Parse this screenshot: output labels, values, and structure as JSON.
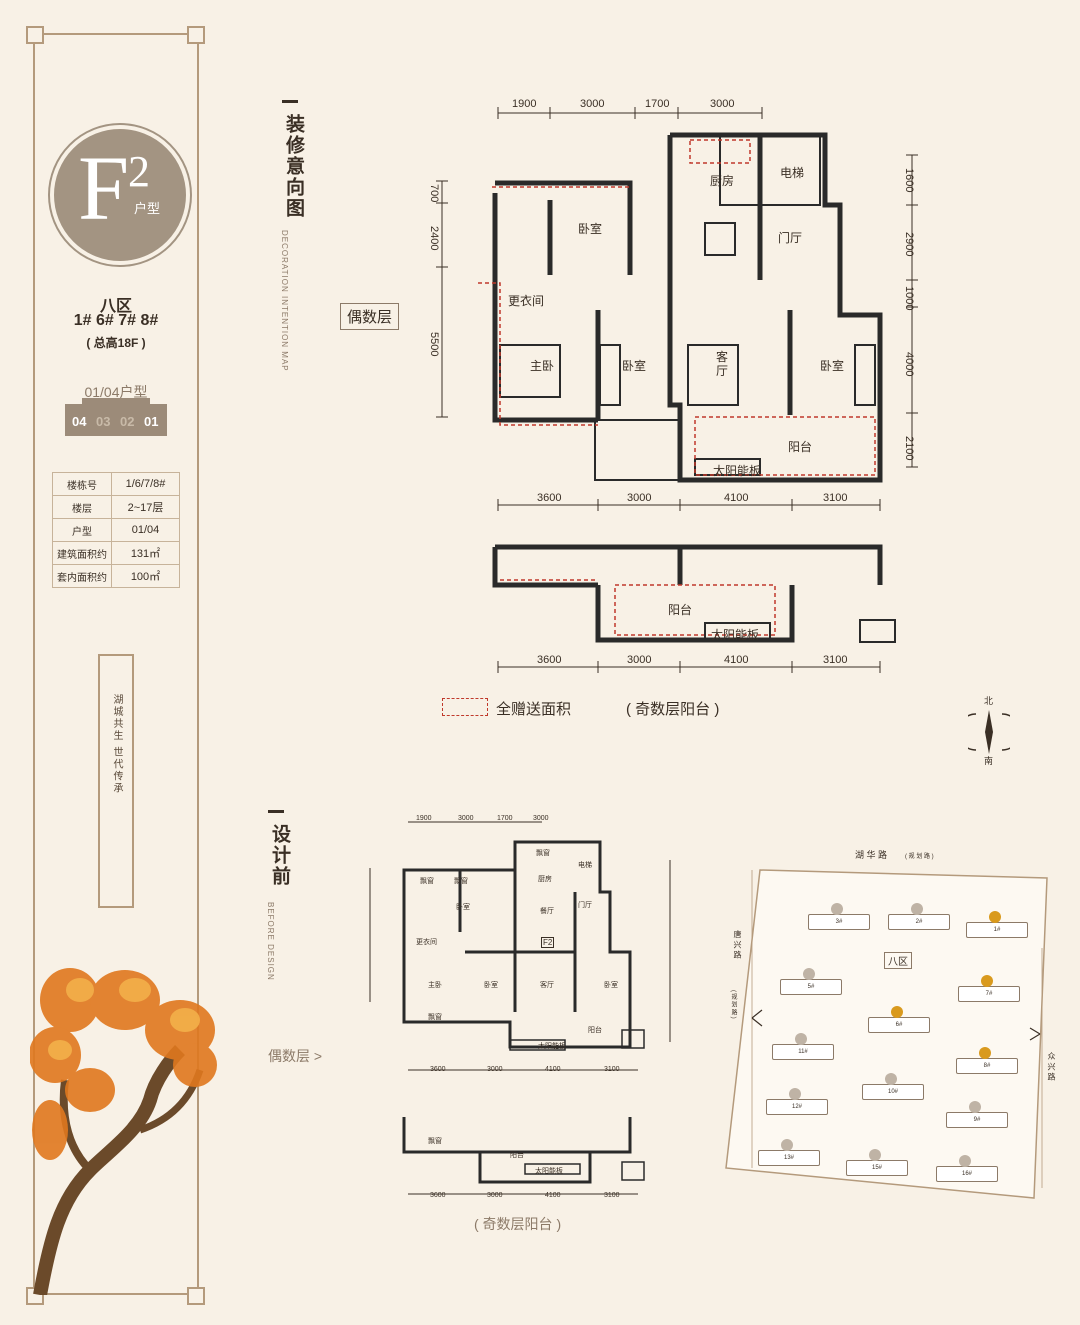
{
  "badge": {
    "letter": "F",
    "number": "2",
    "suffix": "户型"
  },
  "info": {
    "district": "八区",
    "buildings": "1# 6# 7# 8#",
    "total_height": "( 总高18F )",
    "unit_label": "01/04户型",
    "unit_numbers": [
      "04",
      "03",
      "02",
      "01"
    ]
  },
  "spec_table": [
    {
      "key": "楼栋号",
      "value": "1/6/7/8#"
    },
    {
      "key": "楼层",
      "value": "2~17层"
    },
    {
      "key": "户型",
      "value": "01/04"
    },
    {
      "key": "建筑面积约",
      "value": "131㎡"
    },
    {
      "key": "套内面积约",
      "value": "100㎡"
    }
  ],
  "slogan": "湖城共生 世代传承",
  "section_main": {
    "title": "装修意向图",
    "subtitle": "DECORATION INTENTION MAP",
    "floor_tag": "偶数层"
  },
  "section_before": {
    "title": "设计前",
    "subtitle": "BEFORE DESIGN",
    "floor_tag": "偶数层 >",
    "odd_balcony": "( 奇数层阳台 )"
  },
  "dims": {
    "top": [
      "1900",
      "3000",
      "1700",
      "3000"
    ],
    "bottom": [
      "3600",
      "3000",
      "4100",
      "3100"
    ],
    "left": [
      "700",
      "2400",
      "5500"
    ],
    "right": [
      "1600",
      "2900",
      "1000",
      "4000",
      "2100"
    ]
  },
  "rooms": {
    "kitchen": "厨房",
    "elevator": "电梯",
    "dining": "餐厅",
    "foyer": "门厅",
    "bedroom": "卧室",
    "cloak": "更衣间",
    "master": "主卧",
    "living": "客厅",
    "balcony": "阳台",
    "solar": "太阳能板",
    "window": "飘窗"
  },
  "plan_label": "F2",
  "legend": {
    "gift": "全赠送面积",
    "odd_balcony": "( 奇数层阳台 )"
  },
  "compass": {
    "north": "北",
    "south": "南"
  },
  "site_map": {
    "zone": "八区",
    "road_top": "湖 华 路",
    "road_top_note": "( 规 划 路 )",
    "road_left": "唐 兴 路",
    "road_left_note": "( 规 划 路 )",
    "road_right": "众 兴 路",
    "buildings": [
      {
        "id": "3#",
        "type": "J"
      },
      {
        "id": "2#",
        "type": "J"
      },
      {
        "id": "1#",
        "type": "F",
        "highlight": true
      },
      {
        "id": "5#",
        "type": "J"
      },
      {
        "id": "7#",
        "type": "F",
        "highlight": true
      },
      {
        "id": "6#",
        "type": "F",
        "highlight": true
      },
      {
        "id": "11#",
        "type": "J"
      },
      {
        "id": "8#",
        "type": "F",
        "highlight": true
      },
      {
        "id": "12#",
        "type": "A"
      },
      {
        "id": "10#",
        "type": "C"
      },
      {
        "id": "9#",
        "type": "B"
      },
      {
        "id": "13#",
        "type": "B"
      },
      {
        "id": "15#",
        "type": "B"
      },
      {
        "id": "16#",
        "type": "B"
      }
    ]
  },
  "colors": {
    "accent": "#a39482",
    "line": "#b49a7c",
    "wall": "#2a2a2a",
    "gift": "#c0392b",
    "tree": "#e0781e"
  }
}
